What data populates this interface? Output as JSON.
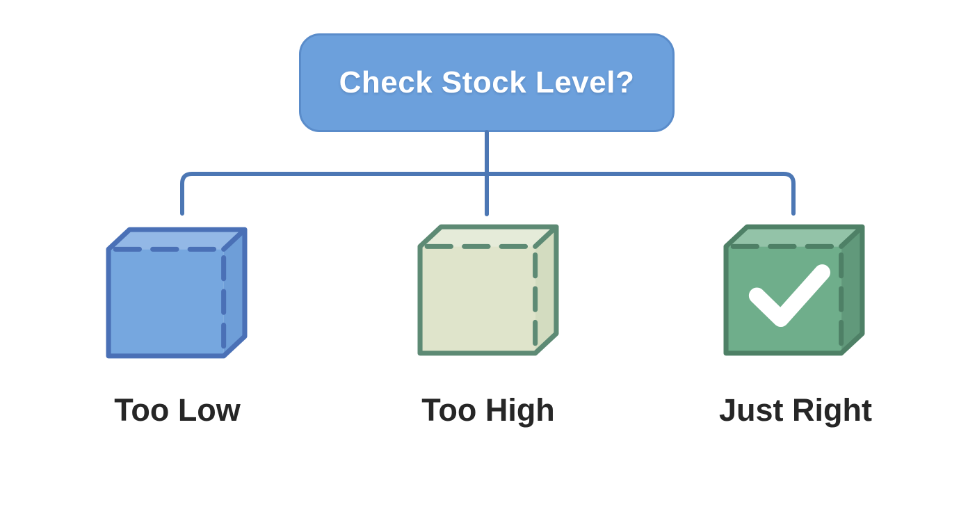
{
  "diagram": {
    "title": "Check Stock Level?",
    "branches": [
      {
        "label": "Too Low",
        "icon": "cube-icon",
        "cube": {
          "front": "#76A7DF",
          "top": "#93B8E6",
          "side": "#6E9ED8",
          "line": "#4A70B6"
        }
      },
      {
        "label": "Too High",
        "icon": "cube-icon",
        "cube": {
          "front": "#DFE4CB",
          "top": "#E5EBD9",
          "side": "#D3DCC0",
          "line": "#5D8A74"
        }
      },
      {
        "label": "Just Right",
        "icon": "cube-checkmark-icon",
        "cube": {
          "front": "#6FAE8B",
          "top": "#93C3A8",
          "side": "#61997B",
          "line": "#4E8066"
        }
      }
    ]
  },
  "colors": {
    "canvas_bg": "#FFFFFF",
    "title_bg": "#6CA0DC",
    "title_border": "#5A8CCA",
    "title_text": "#FFFFFF",
    "connector": "#4C77B4",
    "label_text": "#262626",
    "check": "#FFFFFF"
  }
}
